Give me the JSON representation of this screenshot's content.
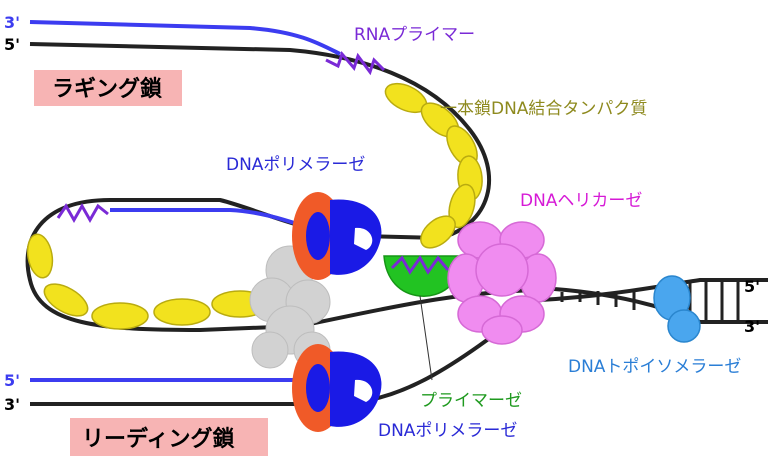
{
  "labels": {
    "lagging_strand": "ラギング鎖",
    "leading_strand": "リーディング鎖",
    "rna_primer": "RNAプライマー",
    "ssb": "一本鎖DNA結合タンパク質",
    "polymerase_top": "DNAポリメラーゼ",
    "polymerase_bottom": "DNAポリメラーゼ",
    "helicase": "DNAヘリカーゼ",
    "primase": "プライマーゼ",
    "topoisomerase": "DNAトポイソメラーゼ"
  },
  "ends": {
    "lagging_top": "3'",
    "lagging_bottom": "5'",
    "leading_top": "5'",
    "leading_bottom": "3'",
    "right_top": "5'",
    "right_bottom": "3'"
  },
  "colors": {
    "new_strand": "#3c3cf0",
    "template_strand": "#222222",
    "primer": "#7a2ad6",
    "ssb": "#f2e21e",
    "polymerase_body": "#1a1ae6",
    "polymerase_clamp": "#f05a28",
    "helicase": "#f08cf0",
    "primase": "#22c322",
    "topoisomerase": "#4aa6ee",
    "clamp_loader": "#d2d2d2",
    "strand_label_bg": "#f7b4b4",
    "label_olive": "#8e8a1e",
    "label_blue": "#2a2ad6",
    "label_purple": "#7a2ad6",
    "label_green": "#1f9a1f",
    "label_magenta": "#d61ad6",
    "label_cyan": "#2a7ed6"
  }
}
